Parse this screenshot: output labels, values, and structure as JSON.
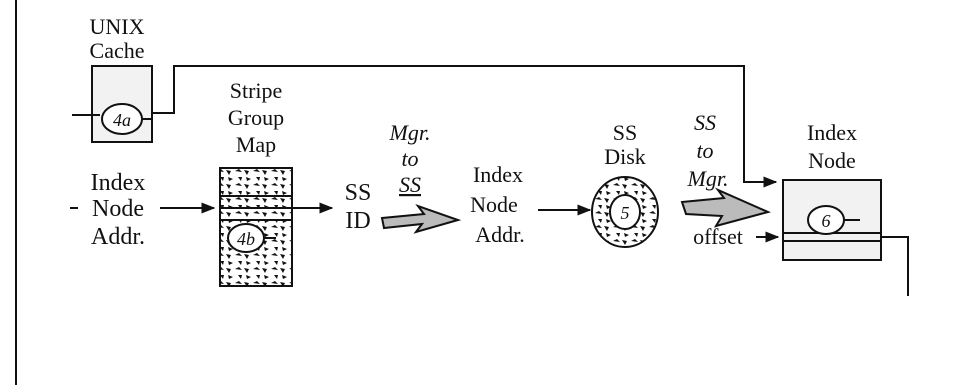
{
  "unix_cache": {
    "line1": "UNIX",
    "line2": "Cache",
    "step": "4a"
  },
  "stripe_group_map": {
    "line1": "Stripe",
    "line2": "Group",
    "line3": "Map",
    "step": "4b"
  },
  "index_node_addr_in": {
    "line1": "Index",
    "line2": "Node",
    "line3": "Addr."
  },
  "ss_id": {
    "line1": "SS",
    "line2": "ID"
  },
  "mgr_to_ss": {
    "line1": "Mgr.",
    "line2": "to",
    "line3": "SS"
  },
  "index_node_addr_out": {
    "line1": "Index",
    "line2": "Node",
    "line3": "Addr."
  },
  "ss_disk": {
    "line1": "SS",
    "line2": "Disk",
    "step": "5"
  },
  "ss_to_mgr": {
    "line1": "SS",
    "line2": "to",
    "line3": "Mgr."
  },
  "offset": {
    "label": "offset"
  },
  "index_node": {
    "line1": "Index",
    "line2": "Node",
    "step": "6"
  }
}
